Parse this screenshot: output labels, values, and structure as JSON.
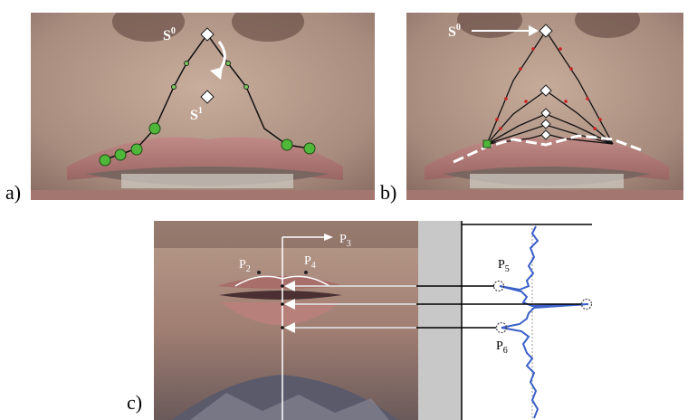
{
  "panel_a": {
    "label": "a)",
    "start_point_label": "S",
    "start_point_sup": "0",
    "next_point_label": "S",
    "next_point_sup": "1"
  },
  "panel_b": {
    "label": "b)",
    "start_point_label": "S",
    "start_point_sup": "0"
  },
  "panel_c": {
    "label": "c)",
    "points": [
      {
        "label": "P",
        "sub": "2"
      },
      {
        "label": "P",
        "sub": "3"
      },
      {
        "label": "P",
        "sub": "4"
      },
      {
        "label": "P",
        "sub": "5"
      },
      {
        "label": "P",
        "sub": "6"
      }
    ]
  },
  "colors": {
    "skin_light": "#b49a8a",
    "skin_dark": "#6e5048",
    "lip": "#b07a78",
    "green_marker": "#4fb83a",
    "red_marker": "#cc2222",
    "profile_line": "#3a5fc8",
    "gray_strip": "#c8c8c8"
  }
}
